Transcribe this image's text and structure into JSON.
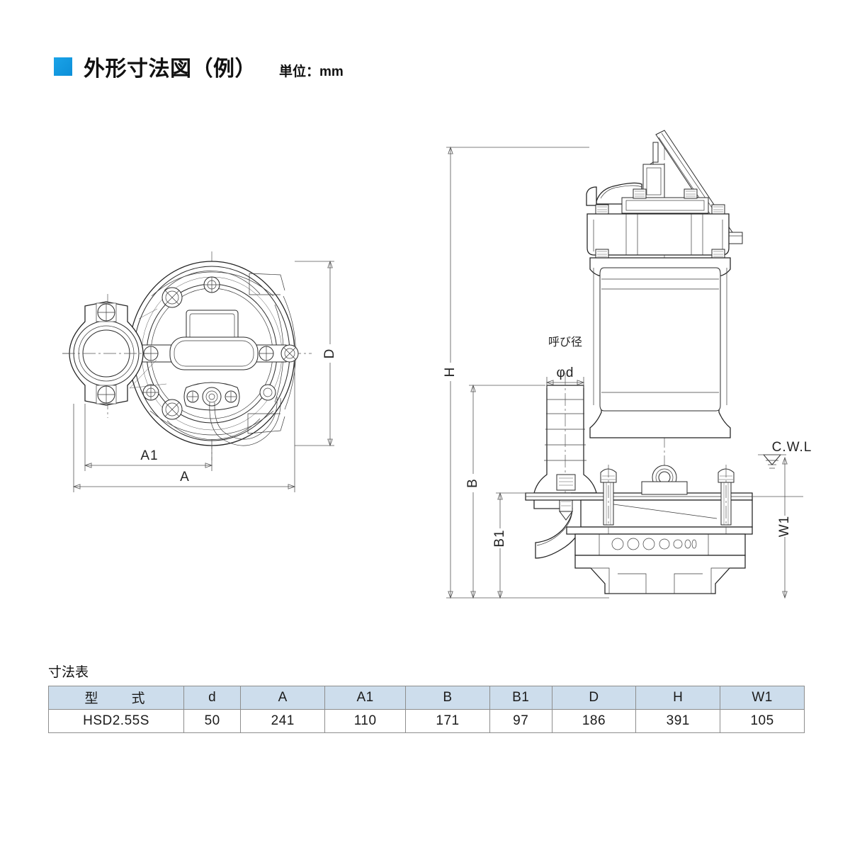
{
  "header": {
    "bullet_color": "#0d8fd8",
    "title": "外形寸法図（例）",
    "unit_label": "単位：mm"
  },
  "drawing": {
    "plan_view": {
      "name": "plan-view",
      "dimension_labels": [
        "A",
        "A1",
        "D"
      ]
    },
    "side_view": {
      "name": "side-view",
      "dimension_labels": [
        "H",
        "B",
        "B1",
        "W1"
      ],
      "bore_caption": "呼び径",
      "bore_symbol": "φd",
      "water_level_label": "C.W.L"
    }
  },
  "table": {
    "caption": "寸法表",
    "columns": [
      "型　式",
      "d",
      "A",
      "A1",
      "B",
      "B1",
      "D",
      "H",
      "W1"
    ],
    "model_header": "型　　　式",
    "rows": [
      {
        "model": "HSD2.55S",
        "d": "50",
        "A": "241",
        "A1": "110",
        "B": "171",
        "B1": "97",
        "D": "186",
        "H": "391",
        "W1": "105"
      }
    ]
  }
}
